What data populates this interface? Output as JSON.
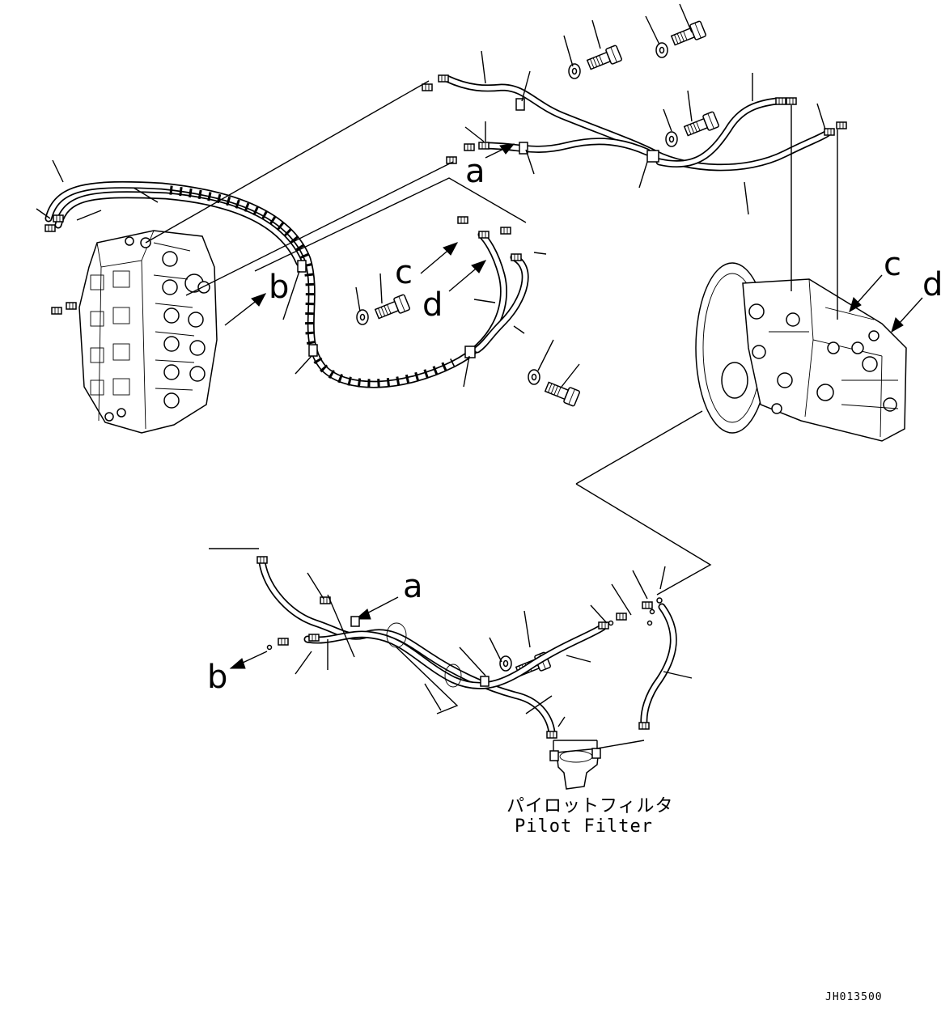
{
  "drawing": {
    "callouts": {
      "a": "a",
      "b": "b",
      "c": "c",
      "d": "d"
    },
    "component_caption_jp": "パイロットフィルタ",
    "component_caption_en": "Pilot Filter",
    "drawing_code": "JH013500"
  },
  "icons": [
    "control-valve-icon",
    "hydraulic-pump-icon",
    "pilot-filter-icon",
    "bolt-icon",
    "washer-icon",
    "clamp-icon",
    "hose-icon",
    "fitting-icon"
  ],
  "colors": {
    "ink": "#000000",
    "paper": "#ffffff"
  }
}
